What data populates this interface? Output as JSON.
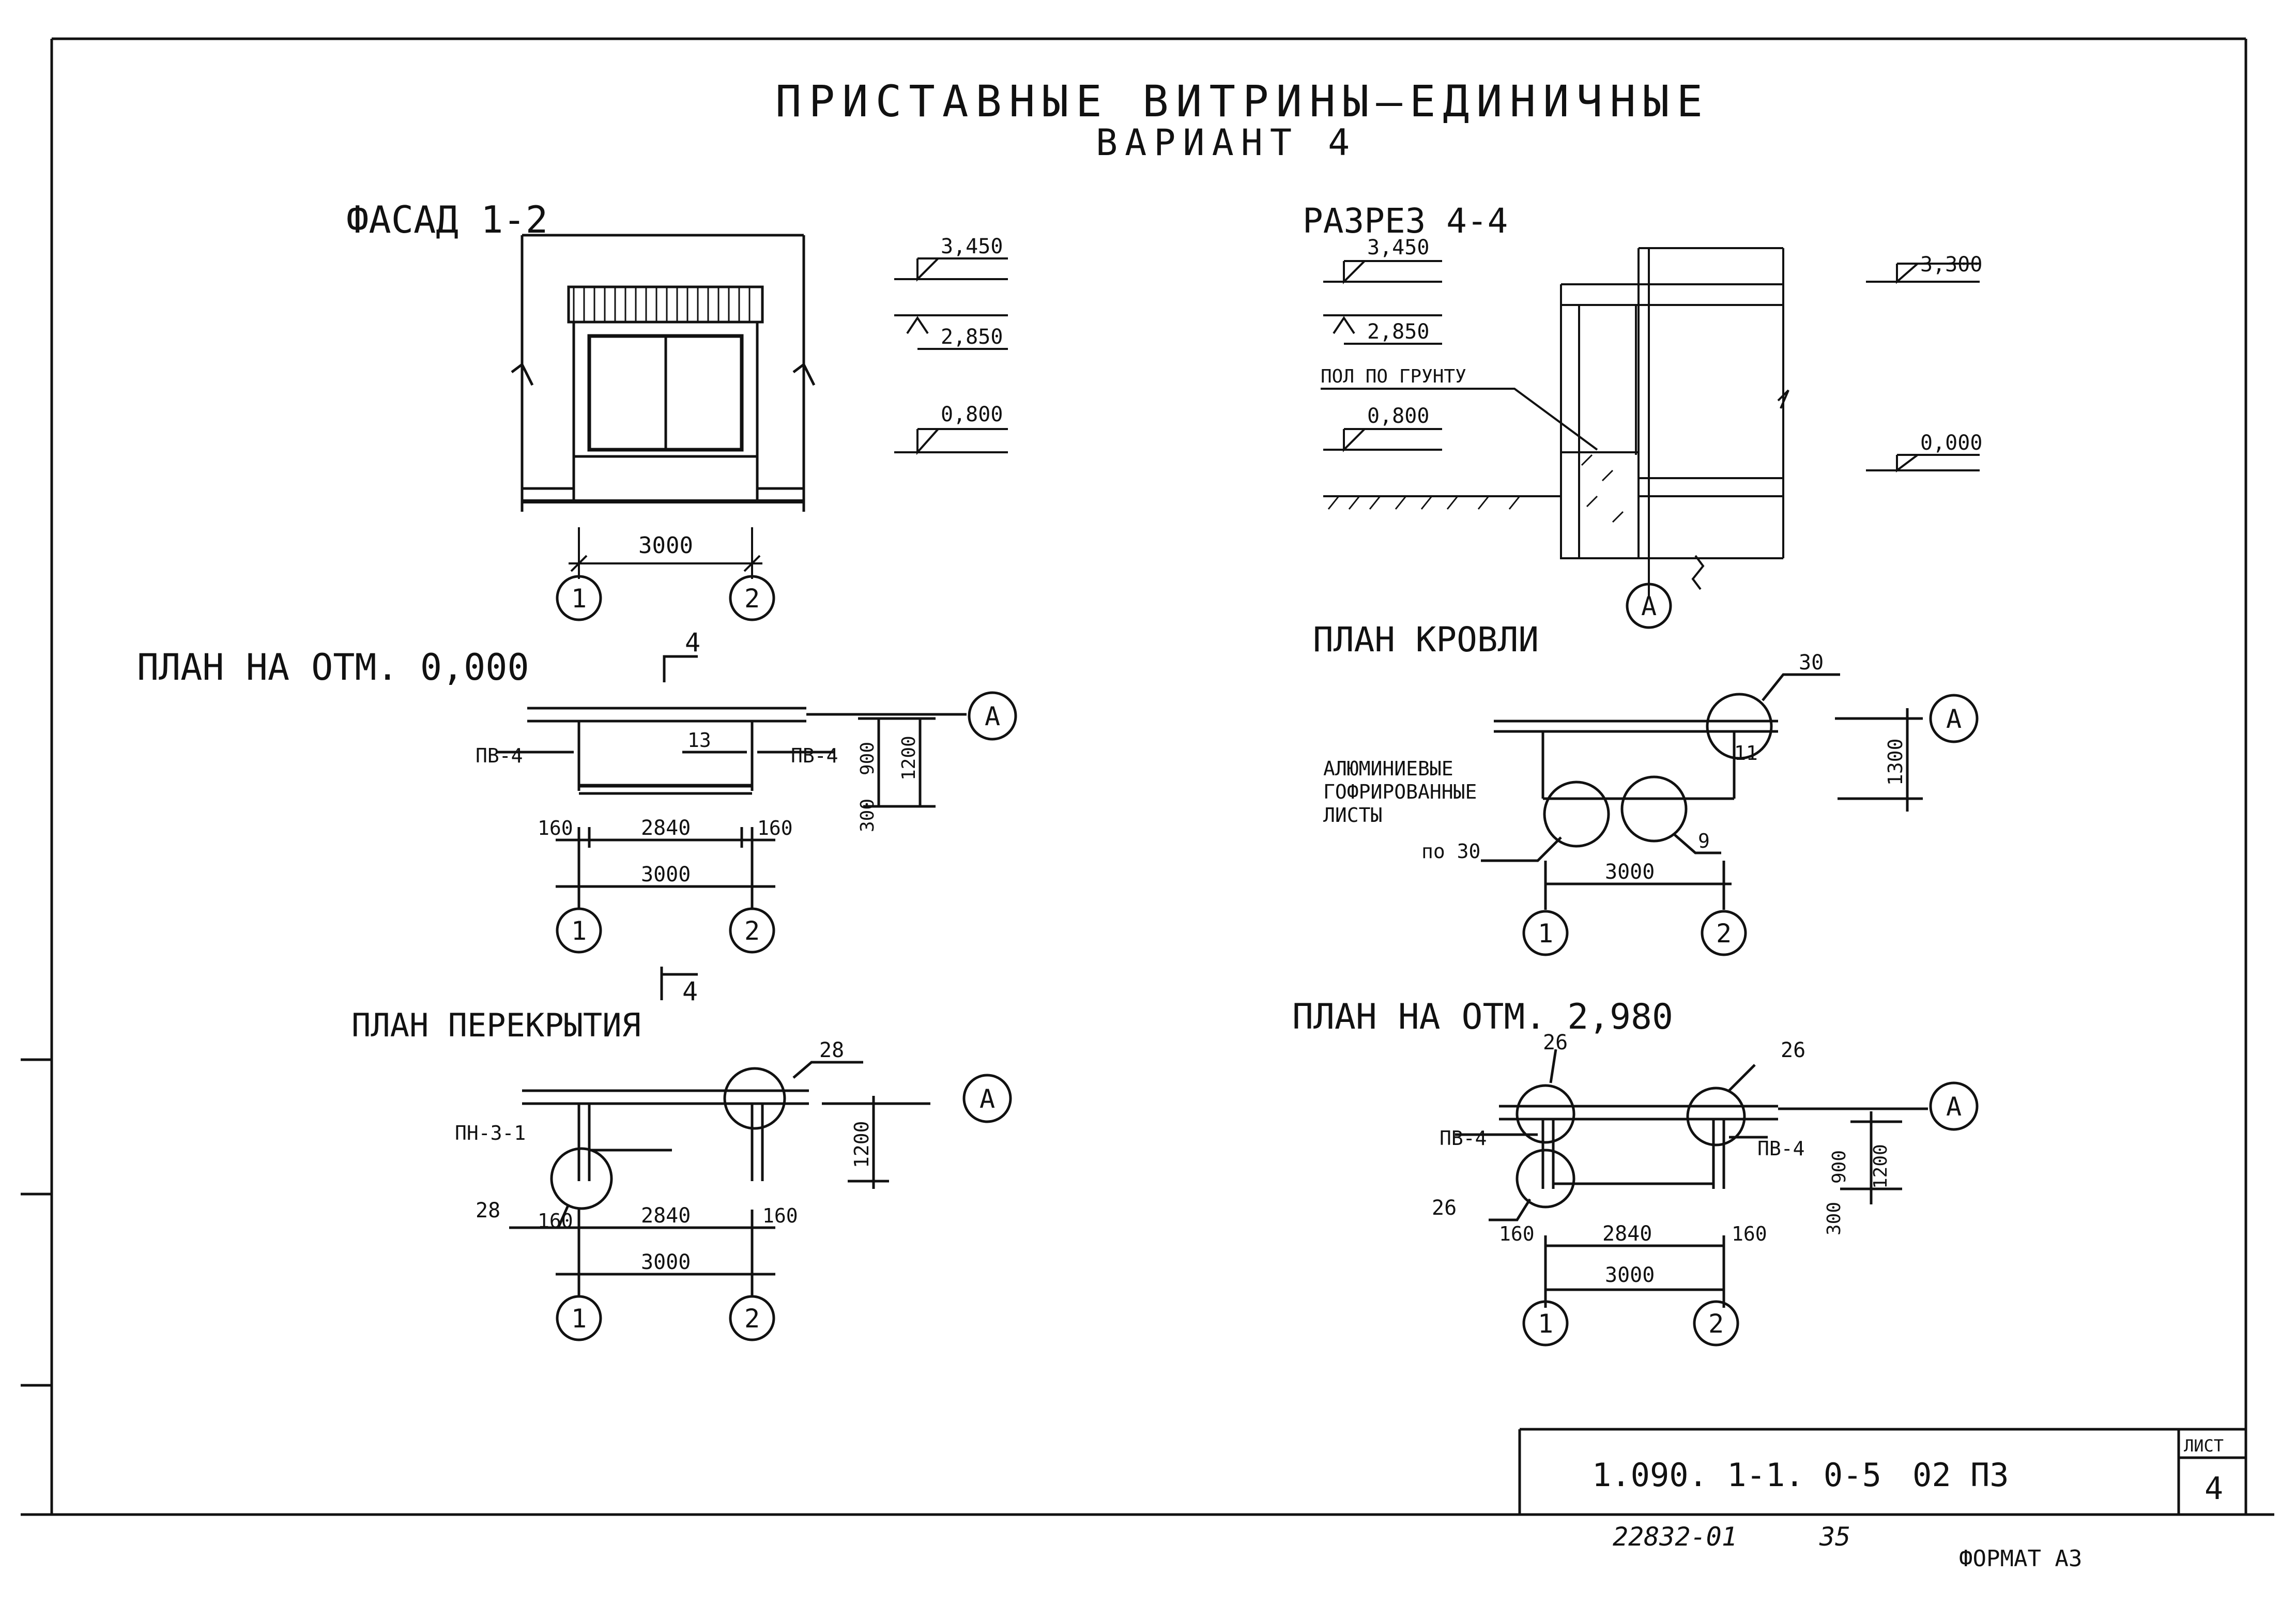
{
  "title": {
    "line1": "ПРИСТАВНЫЕ ВИТРИНЫ—ЕДИНИЧНЫЕ",
    "line2": "ВАРИАНТ 4"
  },
  "facade": {
    "label": "ФАСАД 1-2",
    "levels": [
      "3,450",
      "2,850",
      "0,800"
    ],
    "dim": "3000",
    "axes": [
      "1",
      "2"
    ]
  },
  "section": {
    "label": "РАЗРЕЗ 4-4",
    "levels_left": [
      "3,450",
      "2,850",
      "0,800"
    ],
    "levels_right": [
      "3,300",
      "0,000"
    ],
    "floor_note": "ПОЛ ПО ГРУНТУ",
    "axis": "А"
  },
  "plan_0000": {
    "label": "ПЛАН НА ОТМ. 0,000",
    "cut_mark": "4",
    "left_tag": "ПВ-4",
    "right_tag": "ПВ-4",
    "mid_tag": "13",
    "dims_top": [
      "160",
      "2840",
      "160"
    ],
    "dim_total": "3000",
    "dims_side": [
      "900",
      "1200",
      "300"
    ],
    "axes": [
      "1",
      "2"
    ],
    "axis_row": "А"
  },
  "plan_roof": {
    "label": "ПЛАН КРОВЛИ",
    "note": [
      "АЛЮМИНИЕВЫЕ",
      "ГОФРИРОВАННЫЕ",
      "ЛИСТЫ"
    ],
    "callout_top": "30",
    "callout_left": "по 30",
    "callout_mid": "9",
    "callout_side": "11",
    "dim_side": "1300",
    "dim_total": "3000",
    "axes": [
      "1",
      "2"
    ],
    "axis_row": "А"
  },
  "plan_overlap": {
    "label": "ПЛАН ПЕРЕКРЫТИЯ",
    "cut_mark": "4",
    "tag": "ПН-3-1",
    "callout_top": "28",
    "callout_bottom": "28",
    "dims_top": [
      "160",
      "2840",
      "160"
    ],
    "dim_total": "3000",
    "dim_side": "1200",
    "axes": [
      "1",
      "2"
    ],
    "axis_row": "А"
  },
  "plan_2980": {
    "label": "ПЛАН НА ОТМ. 2,980",
    "callouts": [
      "26",
      "26",
      "26"
    ],
    "left_tag": "ПВ-4",
    "right_tag": "ПВ-4",
    "dims_top": [
      "160",
      "2840",
      "160"
    ],
    "dim_total": "3000",
    "dims_side": [
      "900",
      "1200",
      "300"
    ],
    "axes": [
      "1",
      "2"
    ],
    "axis_row": "А"
  },
  "stamp": {
    "code": "1.090. 1-1. 0-5",
    "part": "02 ПЗ",
    "sheet_label": "ЛИСТ",
    "sheet_no": "4"
  },
  "footer": {
    "number": "22832-01",
    "page": "35",
    "format": "ФОРМАТ А3"
  }
}
